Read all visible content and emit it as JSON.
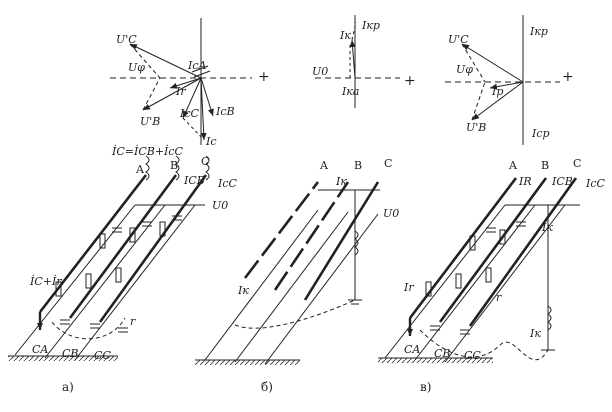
{
  "panel_a": {
    "caption": "а)",
    "vec_uc": "U'C",
    "vec_uphi": "Uφ",
    "vec_ub": "U'B",
    "vec_ir": "Ir",
    "vec_ica": "IcA",
    "vec_icc": "IcC",
    "vec_icb": "IcB",
    "vec_ic": "Ic",
    "plus": "+",
    "formula": "İC=İCB+İcC",
    "phase_a": "A",
    "phase_b": "B",
    "phase_c": "C",
    "lbl_icb": "ICB",
    "lbl_icc": "IcC",
    "lbl_u0": "U0",
    "lbl_sum": "İC+İr",
    "lbl_r": "r",
    "lbl_ca": "CA",
    "lbl_cb": "CB",
    "lbl_cc": "CC"
  },
  "panel_b": {
    "caption": "б)",
    "vec_ik": "Iк",
    "vec_ikr": "Iкр",
    "vec_u0": "U0",
    "vec_ika": "Iка",
    "plus": "+",
    "phase_a": "A",
    "phase_b": "B",
    "phase_c": "C",
    "lbl_ik_top": "Iк",
    "lbl_u0": "U0",
    "lbl_ik_line": "Iк"
  },
  "panel_c": {
    "caption": "в)",
    "vec_ikr": "Iкр",
    "vec_uc": "U'C",
    "vec_uphi": "Uφ",
    "vec_ir": "Ip",
    "vec_ub": "U'B",
    "vec_icr": "Icp",
    "plus": "+",
    "phase_a": "A",
    "phase_b": "B",
    "phase_c": "C",
    "lbl_ik": "IR",
    "lbl_icb": "ICB",
    "lbl_icc": "IcC",
    "lbl_ik_small": "Iк",
    "lbl_ir": "Ir",
    "lbl_r": "r",
    "lbl_ik_coil": "Iк",
    "lbl_ca": "CA",
    "lbl_cb": "CB",
    "lbl_cc": "CC"
  }
}
